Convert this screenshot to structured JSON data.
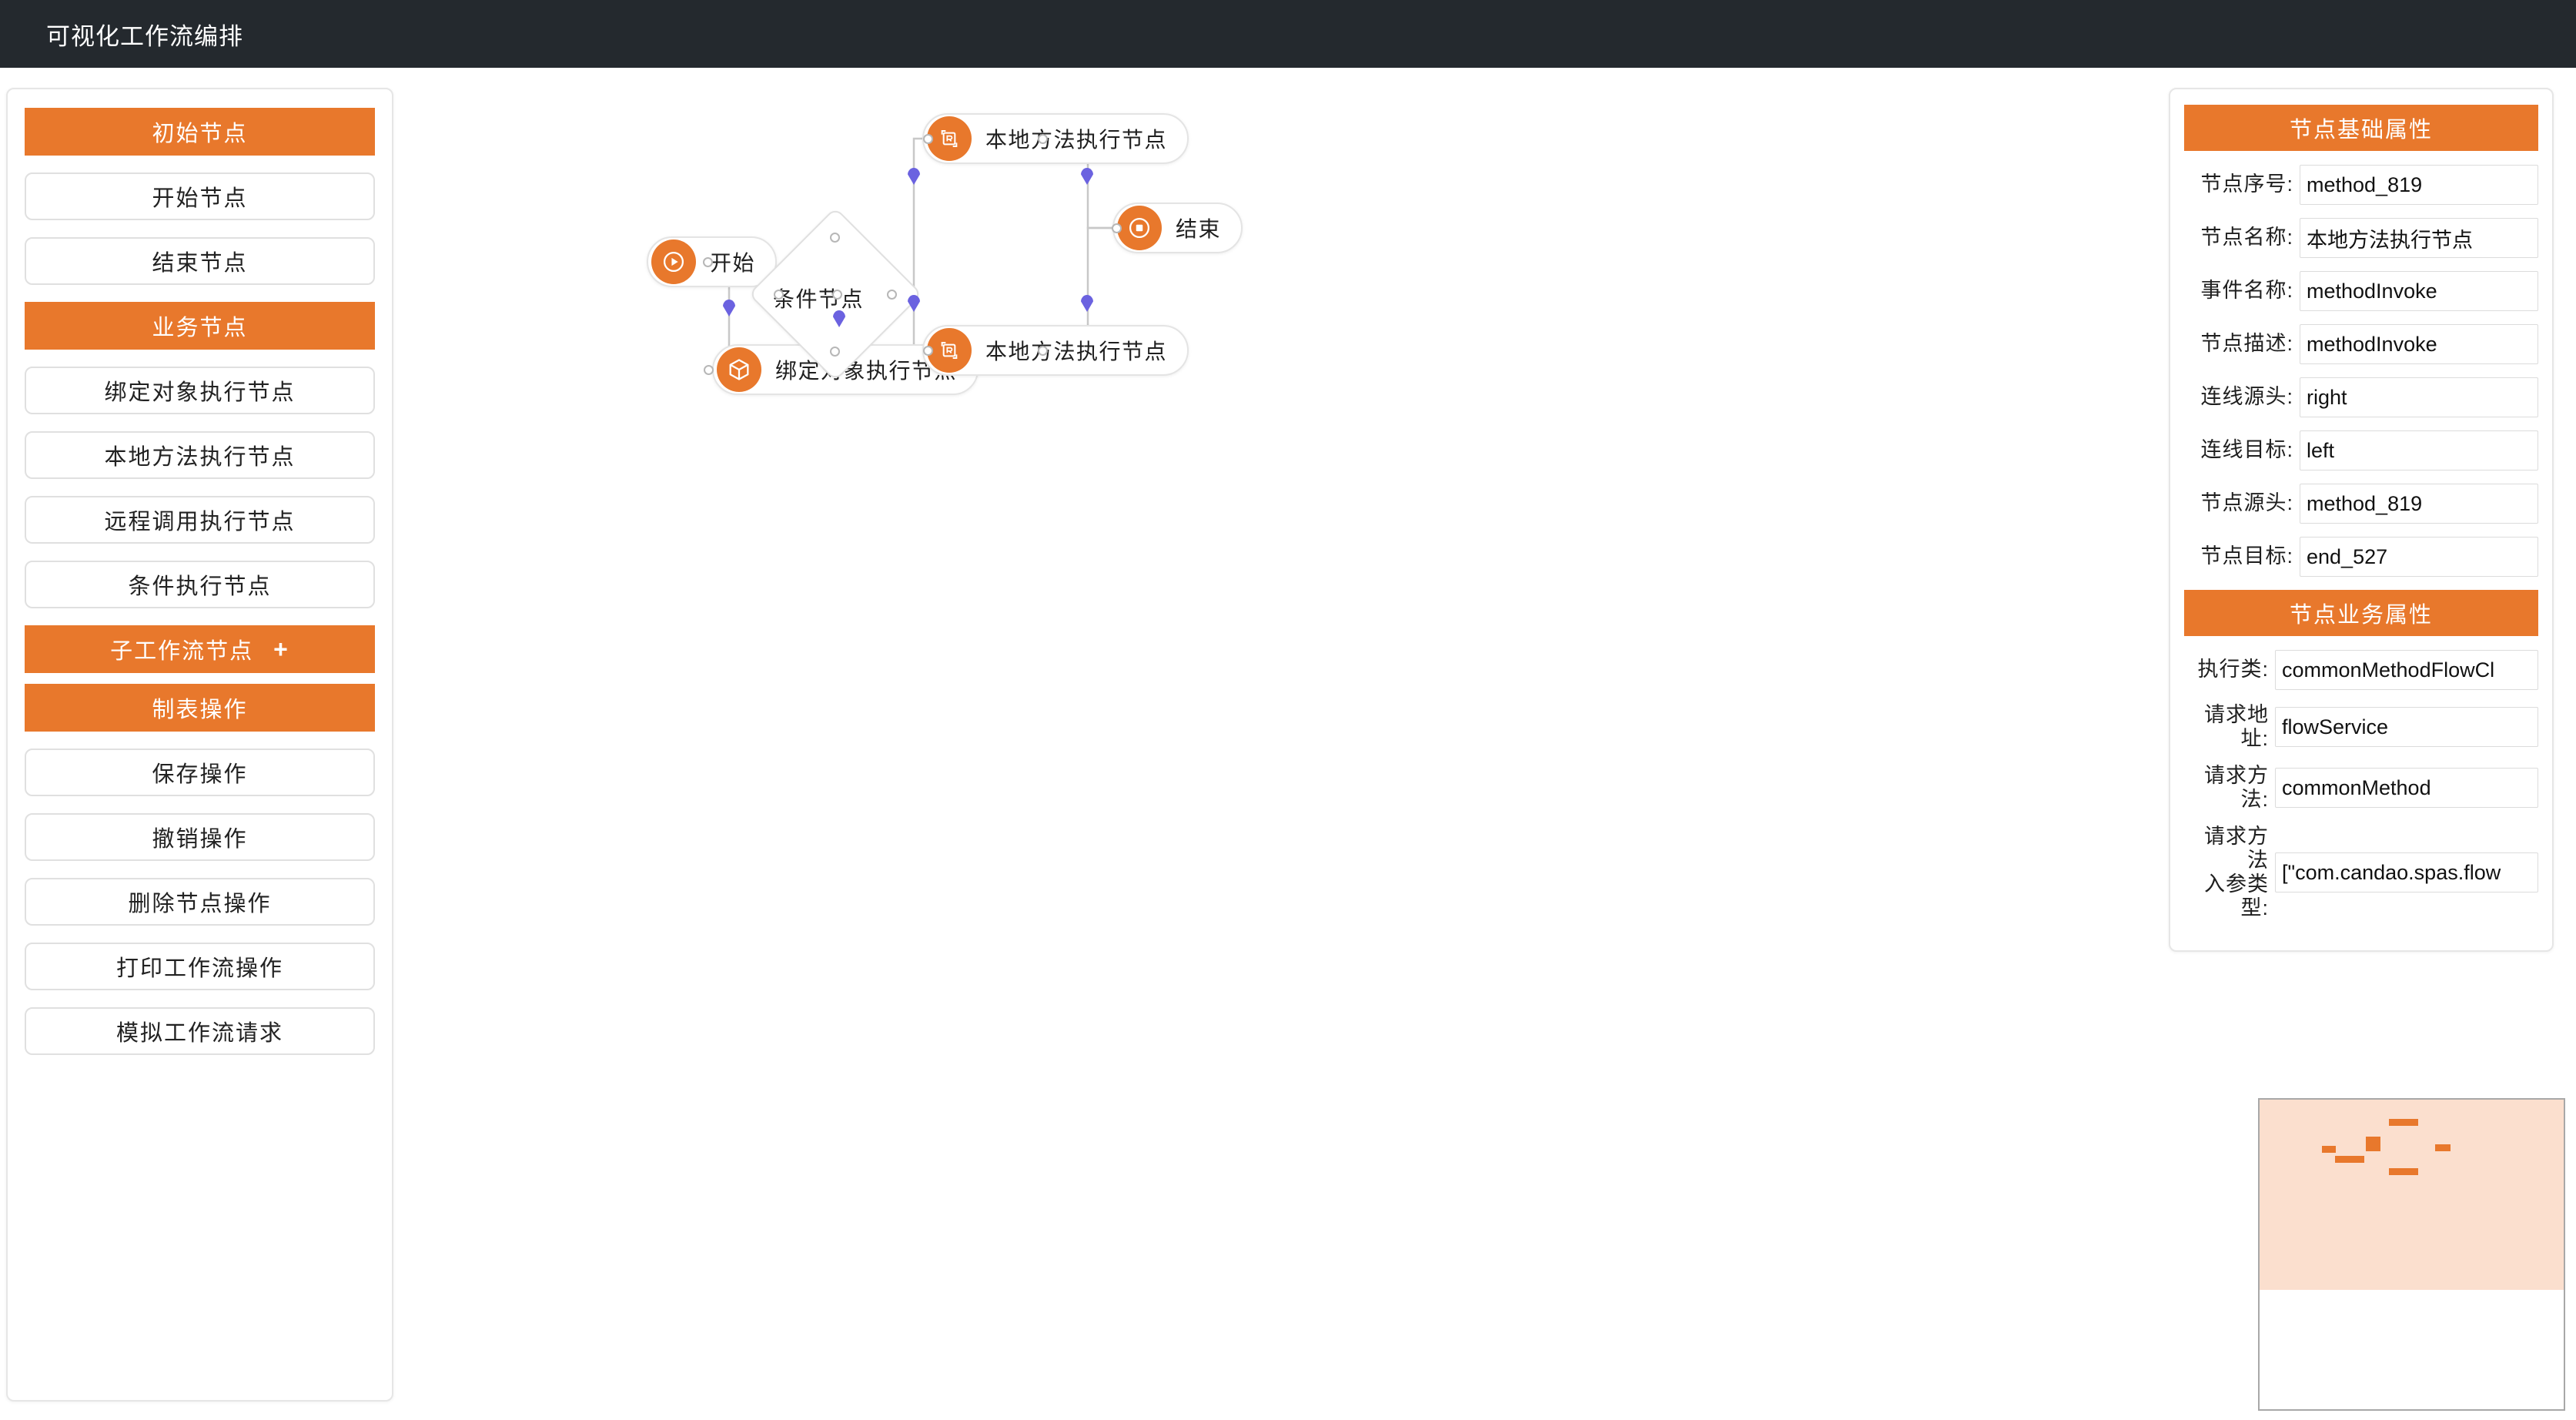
{
  "header": {
    "title": "可视化工作流编排"
  },
  "palette": {
    "groups": [
      {
        "title": "初始节点",
        "plus": "",
        "items": [
          {
            "label": "开始节点"
          },
          {
            "label": "结束节点"
          }
        ]
      },
      {
        "title": "业务节点",
        "plus": "",
        "items": [
          {
            "label": "绑定对象执行节点"
          },
          {
            "label": "本地方法执行节点"
          },
          {
            "label": "远程调用执行节点"
          },
          {
            "label": "条件执行节点"
          }
        ]
      },
      {
        "title": "子工作流节点",
        "plus": "+",
        "items": []
      },
      {
        "title": "制表操作",
        "plus": "",
        "items": [
          {
            "label": "保存操作"
          },
          {
            "label": "撤销操作"
          },
          {
            "label": "删除节点操作"
          },
          {
            "label": "打印工作流操作"
          },
          {
            "label": "模拟工作流请求"
          }
        ]
      }
    ]
  },
  "canvas": {
    "nodes": [
      {
        "id": "start",
        "label": "开始",
        "icon": "play-circle-icon"
      },
      {
        "id": "bind",
        "label": "绑定对象执行节点",
        "icon": "cube-icon"
      },
      {
        "id": "condition",
        "label": "条件节点",
        "icon": "diamond-shape"
      },
      {
        "id": "method-top",
        "label": "本地方法执行节点",
        "icon": "method-code-icon"
      },
      {
        "id": "method-bottom",
        "label": "本地方法执行节点",
        "icon": "method-code-icon"
      },
      {
        "id": "end",
        "label": "结束",
        "icon": "stop-circle-icon"
      }
    ]
  },
  "properties": {
    "basic": {
      "title": "节点基础属性",
      "fields": [
        {
          "label": "节点序号:",
          "value": "method_819"
        },
        {
          "label": "节点名称:",
          "value": "本地方法执行节点"
        },
        {
          "label": "事件名称:",
          "value": "methodInvoke"
        },
        {
          "label": "节点描述:",
          "value": "methodInvoke"
        },
        {
          "label": "连线源头:",
          "value": "right"
        },
        {
          "label": "连线目标:",
          "value": "left"
        },
        {
          "label": "节点源头:",
          "value": "method_819"
        },
        {
          "label": "节点目标:",
          "value": "end_527"
        }
      ]
    },
    "business": {
      "title": "节点业务属性",
      "fields": [
        {
          "label": "执行类:",
          "value": "commonMethodFlowCl"
        },
        {
          "label": "请求地址:",
          "value": "flowService"
        },
        {
          "label": "请求方法:",
          "value": "commonMethod"
        },
        {
          "label": "请求方法\n入参类型:",
          "value": "[\"com.candao.spas.flow"
        }
      ]
    }
  },
  "colors": {
    "accent": "#E8782C",
    "header_bg": "#24292e",
    "anchor": "#6b62e0",
    "minimap_viewport": "#fbdfce"
  }
}
